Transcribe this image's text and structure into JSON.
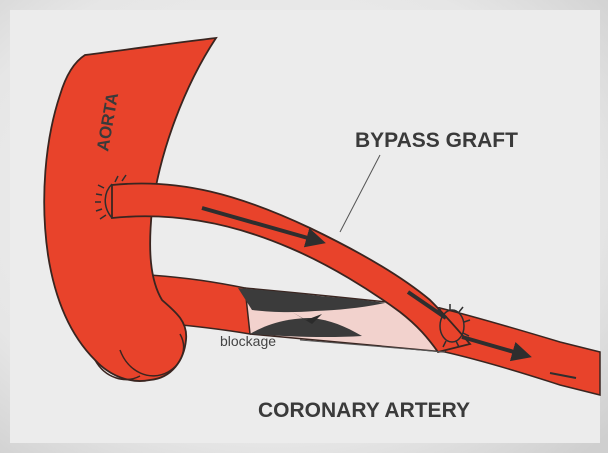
{
  "labels": {
    "aorta": "AORTA",
    "bypass_graft": "BYPASS GRAFT",
    "blockage": "blockage",
    "coronary_artery": "CORONARY ARTERY"
  },
  "colors": {
    "vessel": "#e8432b",
    "vessel_shadow": "#c8321e",
    "outline": "#3a2520",
    "plaque": "#3b3b3b",
    "background": "#ececec",
    "text": "#3a3a3a"
  },
  "icons": {
    "flow_arrow": "arrow-right-icon",
    "suture": "stitches-icon"
  }
}
